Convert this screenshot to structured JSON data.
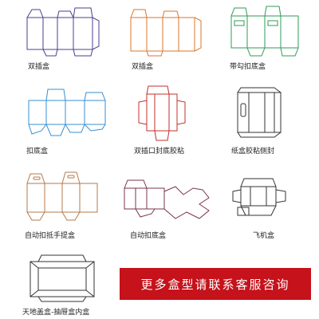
{
  "items": [
    {
      "label": "双插盒",
      "color": "#4a3f8f"
    },
    {
      "label": "双插盒",
      "color": "#d9772b"
    },
    {
      "label": "带勾扣底盒",
      "color": "#2f9b57"
    },
    {
      "label": "扣底盒",
      "color": "#3a8fd1"
    },
    {
      "label": "双插口封底胶粘",
      "color": "#c0322b"
    },
    {
      "label": "纸盒胶粘侧封",
      "color": "#333333"
    },
    {
      "label": "自动扣抵手提盒",
      "color": "#b57a4a"
    },
    {
      "label": "自动扣底盒",
      "color": "#7a3550"
    },
    {
      "label": "飞机盒",
      "color": "#333333"
    },
    {
      "label": "天地盖盒-抽屉盒内盒",
      "color": "#333333"
    }
  ],
  "banner": {
    "text": "更多盒型请联系客服咨询",
    "background": "#c5121b"
  }
}
